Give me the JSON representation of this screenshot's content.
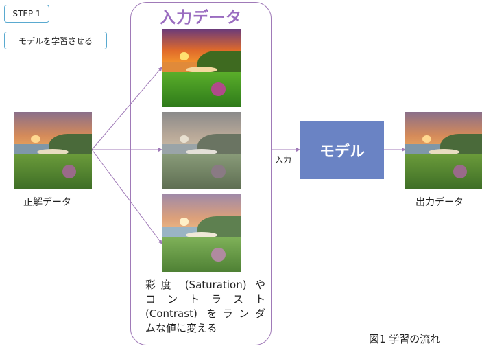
{
  "step": {
    "label": "STEP 1",
    "subtitle": "モデルを学習させる"
  },
  "ground_truth": {
    "label": "正解データ"
  },
  "input": {
    "title": "入力データ",
    "description_lines": [
      "彩度 (Saturation) や",
      "コ ン ト ラ ス ト",
      "(Contrast) をランダ",
      "ムな値に変える"
    ]
  },
  "arrow_label": "入力",
  "model": {
    "label": "モデル"
  },
  "output": {
    "label": "出力データ"
  },
  "figure_caption": "図1 学習の流れ",
  "colors": {
    "panel_border": "#a07ab8",
    "panel_title": "#9a6cc0",
    "model_fill": "#6a83c4",
    "tag_border": "#5aaad0",
    "arrow": "#a07ab8"
  }
}
